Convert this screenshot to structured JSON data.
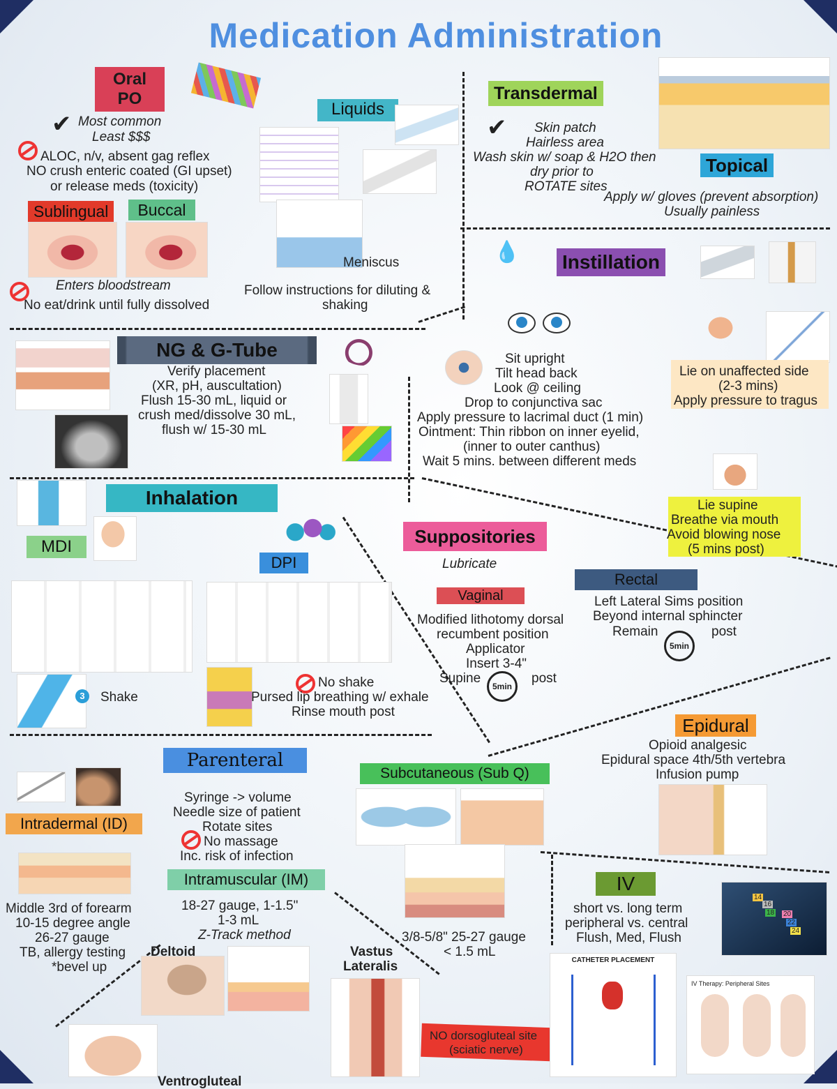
{
  "title": "Medication Administration",
  "oral": {
    "label": "Oral PO",
    "label1": "Oral",
    "label2": "PO",
    "pros1": "Most common",
    "pros2": "Least $$$",
    "cons1": "ALOC, n/v, absent gag reflex",
    "cons2": "NO crush enteric coated (GI upset)",
    "cons3": "or release meds (toxicity)",
    "sublingual": "Sublingual",
    "buccal": "Buccal",
    "sub_note1": "Enters bloodstream",
    "sub_note2": "No eat/drink until fully dissolved"
  },
  "liquids": {
    "label": "Liquids",
    "meniscus": "Meniscus",
    "note1": "Follow instructions for diluting &",
    "note2": "shaking"
  },
  "transdermal": {
    "label": "Transdermal",
    "l1": "Skin patch",
    "l2": "Hairless area",
    "l3": "Wash skin w/ soap & H2O then",
    "l4": "dry prior to",
    "l5": "ROTATE sites"
  },
  "topical": {
    "label": "Topical",
    "l1": "Apply w/ gloves (prevent absorption)",
    "l2": "Usually painless"
  },
  "instillation": {
    "label": "Instillation",
    "eye1": "Sit upright",
    "eye2": "Tilt head back",
    "eye3": "Look @ ceiling",
    "eye4": "Drop to conjunctiva sac",
    "eye5": "Apply pressure to lacrimal duct (1 min)",
    "eye6": "Ointment: Thin ribbon on inner eyelid,",
    "eye7": "(inner to outer canthus)",
    "eye8": "Wait 5 mins. between different meds",
    "ear1": "Lie on unaffected side",
    "ear2": "(2-3 mins)",
    "ear3": "Apply pressure to tragus",
    "nose1": "Lie supine",
    "nose2": "Breathe via mouth",
    "nose3": "Avoid blowing nose",
    "nose4": "(5 mins post)"
  },
  "ng": {
    "label": "NG & G-Tube",
    "l1": "Verify placement",
    "l2": "(XR, pH, auscultation)",
    "l3": "Flush 15-30 mL, liquid or",
    "l4": "crush med/dissolve 30 mL,",
    "l5": "flush w/ 15-30 mL"
  },
  "inhalation": {
    "label": "Inhalation",
    "mdi": "MDI",
    "dpi": "DPI",
    "shake": "Shake",
    "no_shake": "No shake",
    "pursed": "Pursed lip breathing w/ exhale",
    "rinse": "Rinse mouth post",
    "step_badge": "3"
  },
  "suppositories": {
    "label": "Suppositories",
    "lubricate": "Lubricate",
    "vaginal": "Vaginal",
    "v1": "Modified lithotomy dorsal",
    "v2": "recumbent position",
    "v3": "Applicator",
    "v4": "Insert 3-4\"",
    "v5a": "Supine",
    "v5b": "post",
    "rectal": "Rectal",
    "r1": "Left Lateral Sims position",
    "r2": "Beyond internal sphincter",
    "r3a": "Remain",
    "r3b": "post",
    "timer": "5min"
  },
  "epidural": {
    "label": "Epidural",
    "l1": "Opioid analgesic",
    "l2": "Epidural space 4th/5th vertebra",
    "l3": "Infusion pump"
  },
  "parenteral": {
    "label": "Parenteral",
    "l1": "Syringe -> volume",
    "l2": "Needle size of patient",
    "l3": "Rotate sites",
    "l4": "No massage",
    "l5": "Inc. risk of infection"
  },
  "intradermal": {
    "label": "Intradermal (ID)",
    "l1": "Middle 3rd of forearm",
    "l2": "10-15 degree angle",
    "l3": "26-27 gauge",
    "l4": "TB, allergy testing",
    "l5": "*bevel up"
  },
  "intramuscular": {
    "label": "Intramuscular (IM)",
    "l1": "18-27 gauge, 1-1.5\"",
    "l2": "1-3 mL",
    "l3": "Z-Track method",
    "deltoid": "Deltoid",
    "vastus1": "Vastus",
    "vastus2": "Lateralis",
    "ventro": "Ventrogluteal",
    "no_dorso1": "NO dorsogluteal site",
    "no_dorso2": "(sciatic nerve)"
  },
  "subq": {
    "label": "Subcutaneous (Sub Q)",
    "l1": "3/8-5/8\" 25-27 gauge",
    "l2": "< 1.5 mL"
  },
  "iv": {
    "label": "IV",
    "l1": "short vs. long term",
    "l2": "peripheral vs. central",
    "l3": "Flush, Med, Flush",
    "catheter_title": "CATHETER PLACEMENT",
    "sites_title": "IV Therapy: Peripheral Sites",
    "gauges": [
      "14",
      "16",
      "18",
      "20",
      "22",
      "24"
    ]
  },
  "colors": {
    "title": "#4f8fe0",
    "oral": "#d94057",
    "liquids": "#43b6c8",
    "transdermal": "#9fd45a",
    "topical": "#2ea6d8",
    "instillation": "#8b4fb0",
    "ng": "#3f4c5e",
    "inhalation": "#36b7c4",
    "mdi": "#8bd18a",
    "dpi": "#3a8fdc",
    "suppositories": "#ec5c9a",
    "vaginal": "#dc4f55",
    "rectal": "#3d5a80",
    "epidural": "#f59a34",
    "parenteral": "#4a8fe0",
    "intradermal": "#f2a64c",
    "intramuscular": "#7fcfa8",
    "subq": "#48c05a",
    "iv": "#6b9a32",
    "sublingual": "#e23a2a",
    "buccal": "#5fbf8a",
    "ear_box": "#fde7c4",
    "nose_box": "#eef13e",
    "no_dorso": "#e8372e"
  }
}
